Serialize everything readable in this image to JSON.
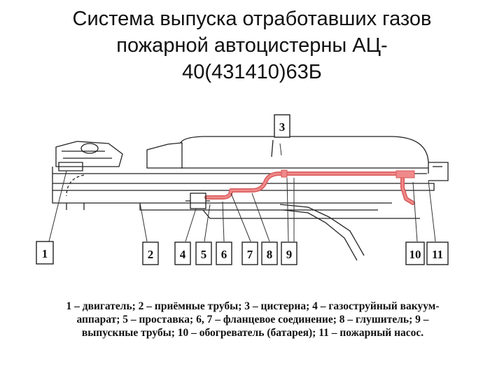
{
  "title": {
    "line1": "Система выпуска отработавших газов",
    "line2": "пожарной автоцистерны АЦ-",
    "line3": "40(431410)63Б"
  },
  "colors": {
    "exhaust": "#f08a8a",
    "exhaust_stroke": "#d85a5a",
    "line": "#222222"
  },
  "callouts": [
    {
      "id": "1",
      "label": "1"
    },
    {
      "id": "2",
      "label": "2"
    },
    {
      "id": "3",
      "label": "3"
    },
    {
      "id": "4",
      "label": "4"
    },
    {
      "id": "5",
      "label": "5"
    },
    {
      "id": "6",
      "label": "6"
    },
    {
      "id": "7",
      "label": "7"
    },
    {
      "id": "8",
      "label": "8"
    },
    {
      "id": "9",
      "label": "9"
    },
    {
      "id": "10",
      "label": "10"
    },
    {
      "id": "11",
      "label": "11"
    }
  ],
  "caption": {
    "line1": "1 – двигатель; 2 – приёмные трубы; 3 – цистерна; 4 – газоструйный вакуум-",
    "line2": "аппарат; 5 – проставка; 6, 7 – фланцевое соединение; 8 – глушитель; 9 –",
    "line3": "выпускные трубы; 10 – обогреватель (батарея); 11 – пожарный насос."
  }
}
